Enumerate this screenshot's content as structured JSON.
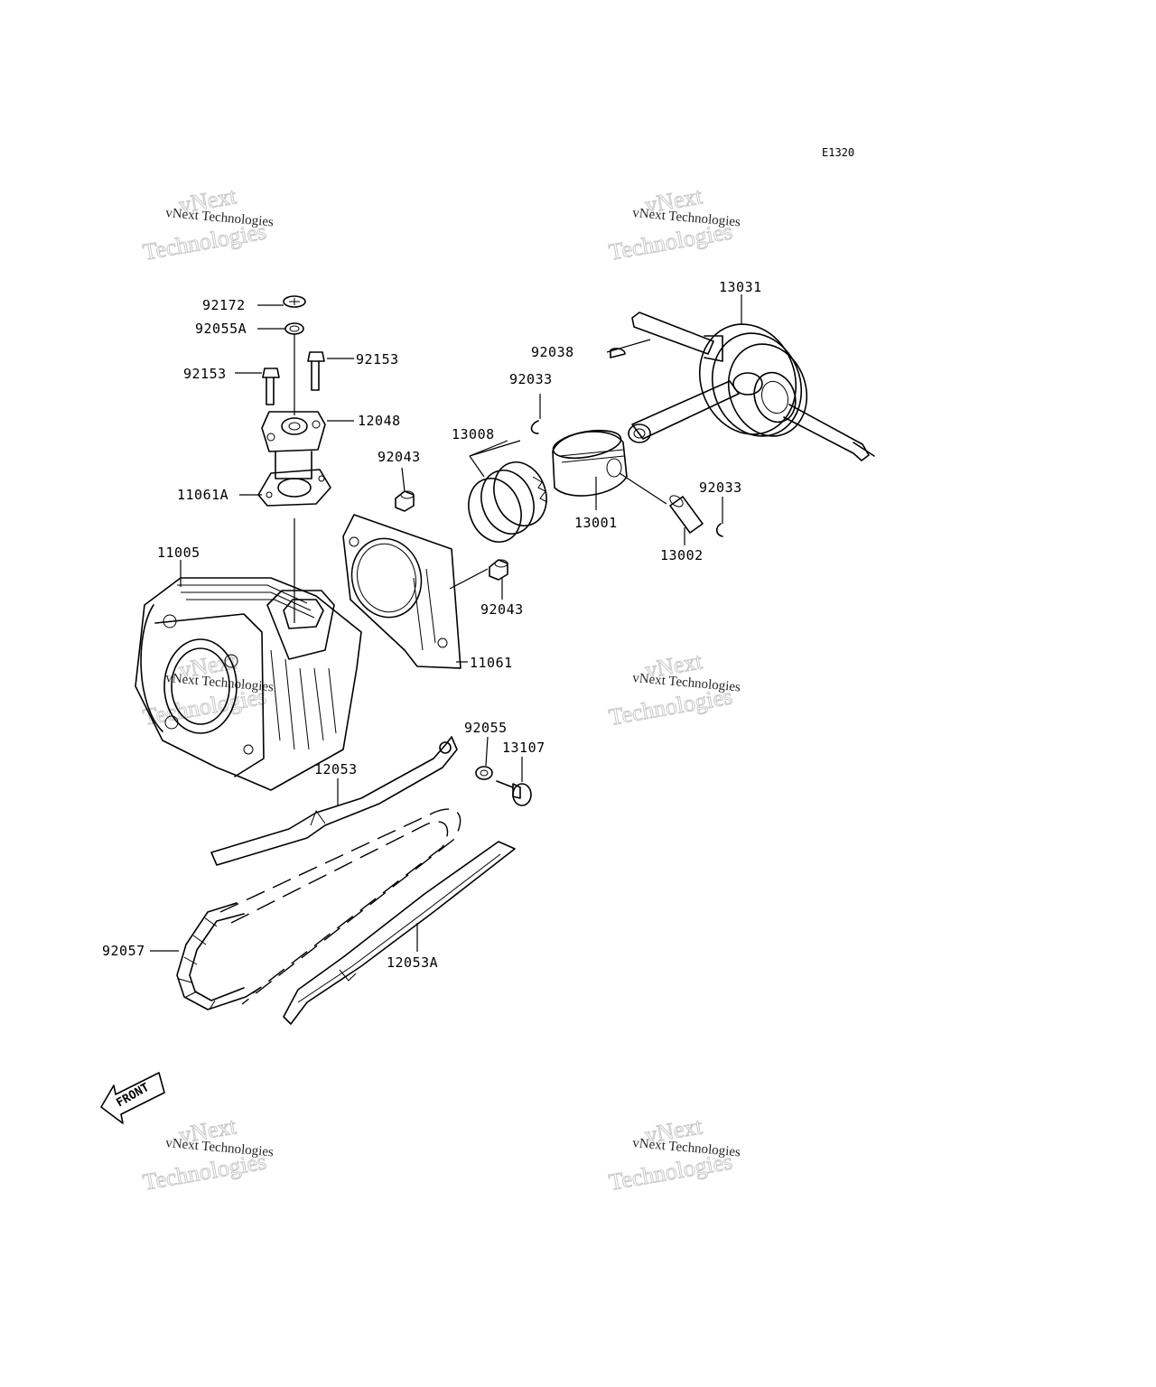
{
  "diagram_code": "E1320",
  "watermark": {
    "line1": "vNext Technologies",
    "line2": "Technologies",
    "line3": "vNext"
  },
  "front_label": "FRONT",
  "parts": [
    {
      "id": "p-13031",
      "label": "13031"
    },
    {
      "id": "p-92172",
      "label": "92172"
    },
    {
      "id": "p-92055a",
      "label": "92055A"
    },
    {
      "id": "p-92153-right",
      "label": "92153"
    },
    {
      "id": "p-92153-left",
      "label": "92153"
    },
    {
      "id": "p-92038",
      "label": "92038"
    },
    {
      "id": "p-92033-top",
      "label": "92033"
    },
    {
      "id": "p-12048",
      "label": "12048"
    },
    {
      "id": "p-13008",
      "label": "13008"
    },
    {
      "id": "p-92043-top",
      "label": "92043"
    },
    {
      "id": "p-11061a",
      "label": "11061A"
    },
    {
      "id": "p-92033-right",
      "label": "92033"
    },
    {
      "id": "p-13001",
      "label": "13001"
    },
    {
      "id": "p-11005",
      "label": "11005"
    },
    {
      "id": "p-13002",
      "label": "13002"
    },
    {
      "id": "p-92043-bottom",
      "label": "92043"
    },
    {
      "id": "p-11061",
      "label": "11061"
    },
    {
      "id": "p-92055",
      "label": "92055"
    },
    {
      "id": "p-13107",
      "label": "13107"
    },
    {
      "id": "p-12053",
      "label": "12053"
    },
    {
      "id": "p-92057",
      "label": "92057"
    },
    {
      "id": "p-12053a",
      "label": "12053A"
    }
  ]
}
